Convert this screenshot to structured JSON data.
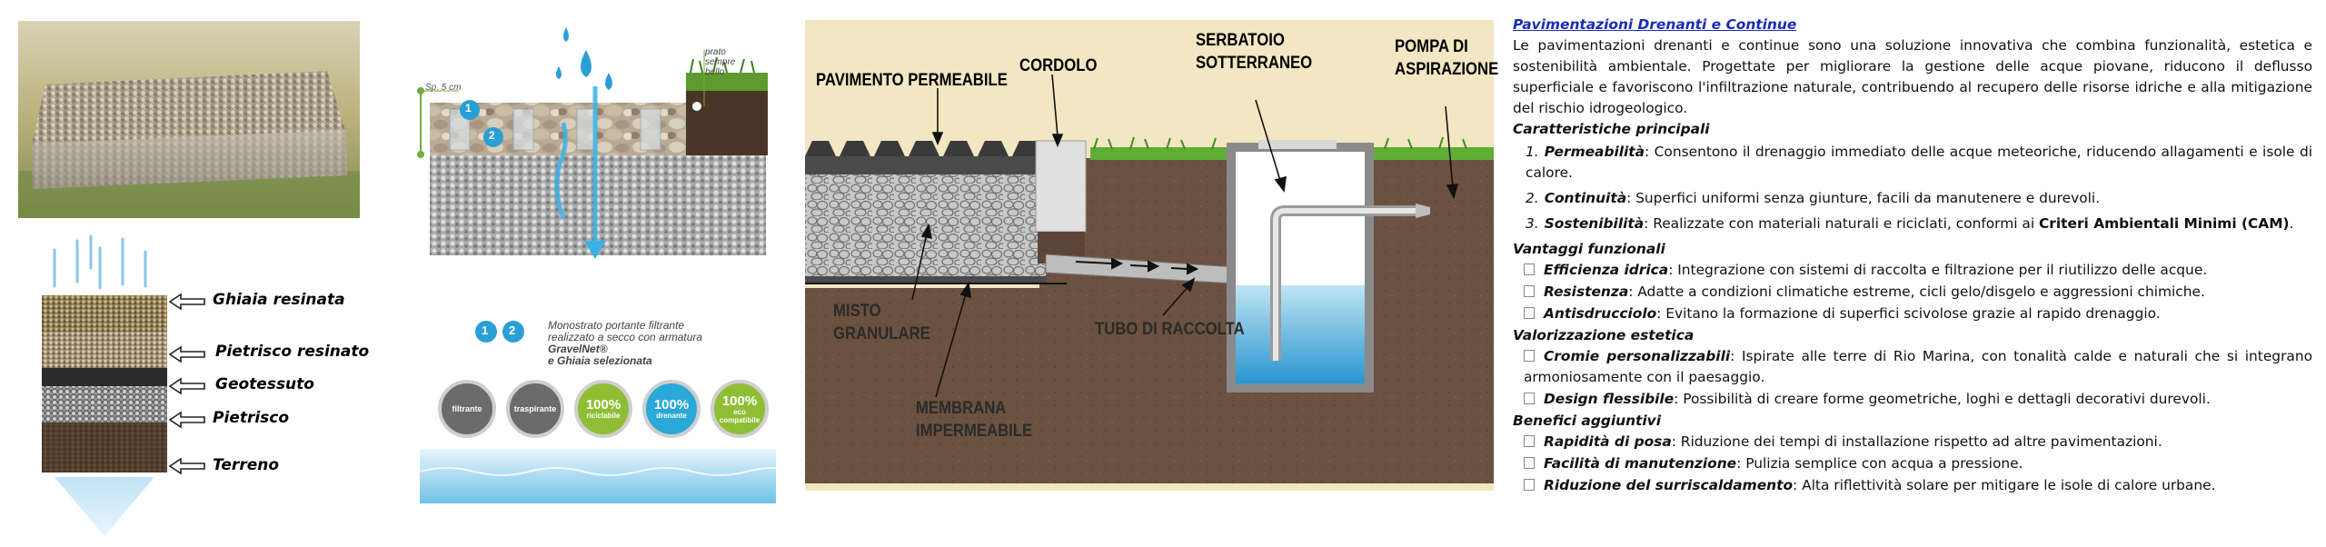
{
  "layers": {
    "labels": [
      "Ghiaia resinata",
      "Pietrisco resinato",
      "Geotessuto",
      "Pietrisco",
      "Terreno"
    ]
  },
  "gravelnet": {
    "depth_label": "Sp. 5 cm",
    "grass_label": "prato\nsempre\nbello",
    "num_1": "1",
    "num_2": "2",
    "caption_line1": "Monostrato portante filtrante",
    "caption_line2": "realizzato a secco con armatura",
    "caption_brand": "GravelNet®",
    "caption_line4": "e Ghiaia selezionata",
    "badges": [
      {
        "line1": "filtrante",
        "line2": "",
        "color": "#6b6b6b"
      },
      {
        "line1": "traspirante",
        "line2": "",
        "color": "#6b6b6b"
      },
      {
        "line1": "100%",
        "line2": "riciclabile",
        "color": "#8fbe35"
      },
      {
        "line1": "100%",
        "line2": "drenante",
        "color": "#2aa8d8"
      },
      {
        "line1": "100%",
        "line2": "eco compatibile",
        "color": "#8fbe35"
      }
    ]
  },
  "diagram": {
    "labels": {
      "pavimento": "PAVIMENTO PERMEABILE",
      "cordolo": "CORDOLO",
      "serbatoio_1": "SERBATOIO",
      "serbatoio_2": "SOTTERRANEO",
      "pompa_1": "POMPA DI",
      "pompa_2": "ASPIRAZIONE",
      "misto_1": "MISTO",
      "misto_2": "GRANULARE",
      "tubo": "TUBO DI RACCOLTA",
      "membrana_1": "MEMBRANA",
      "membrana_2": "IMPERMEABILE"
    }
  },
  "text": {
    "title": "Pavimentazioni Drenanti e Continue",
    "intro": "Le pavimentazioni drenanti e continue sono una soluzione innovativa che combina funzionalità, estetica e sostenibilità ambientale. Progettate per migliorare la gestione delle acque piovane, riducono il deflusso superficiale e favoriscono l'infiltrazione naturale, contribuendo al recupero delle risorse idriche e alla mitigazione del rischio idrogeologico.",
    "h_caratteristiche": "Caratteristiche principali",
    "caratteristiche": [
      {
        "num": "1.",
        "label": "Permeabilità",
        "text": ": Consentono il drenaggio immediato delle acque meteoriche, riducendo allagamenti e isole di calore."
      },
      {
        "num": "2.",
        "label": "Continuità",
        "text": ": Superfici uniformi senza giunture, facili da manutenere e durevoli."
      },
      {
        "num": "3.",
        "label": "Sostenibilità",
        "text": ": Realizzate con materiali naturali e riciclati, conformi ai ",
        "strong": "Criteri Ambientali Minimi (CAM)",
        "tail": "."
      }
    ],
    "h_vantaggi": "Vantaggi funzionali",
    "vantaggi": [
      {
        "label": "Efficienza idrica",
        "text": ": Integrazione con sistemi di raccolta e filtrazione per il riutilizzo delle acque."
      },
      {
        "label": "Resistenza",
        "text": ": Adatte a condizioni climatiche estreme, cicli gelo/disgelo e aggressioni chimiche."
      },
      {
        "label": "Antisdrucciolo",
        "text": ": Evitano la formazione di superfici scivolose grazie al rapido drenaggio."
      }
    ],
    "h_valorizzazione": "Valorizzazione estetica",
    "valorizzazione": [
      {
        "label": "Cromie personalizzabili",
        "text": ": Ispirate alle terre di Rio Marina, con tonalità calde e naturali che si integrano armoniosamente con il paesaggio."
      },
      {
        "label": "Design flessibile",
        "text": ": Possibilità di creare forme geometriche, loghi e dettagli decorativi durevoli."
      }
    ],
    "h_benefici": "Benefici aggiuntivi",
    "benefici": [
      {
        "label": "Rapidità di posa",
        "text": ": Riduzione dei tempi di installazione rispetto ad altre pavimentazioni."
      },
      {
        "label": "Facilità di manutenzione",
        "text": ": Pulizia semplice con acqua a pressione."
      },
      {
        "label": "Riduzione del surriscaldamento",
        "text": ": Alta riflettività solare per mitigare le isole di calore urbane."
      }
    ]
  }
}
